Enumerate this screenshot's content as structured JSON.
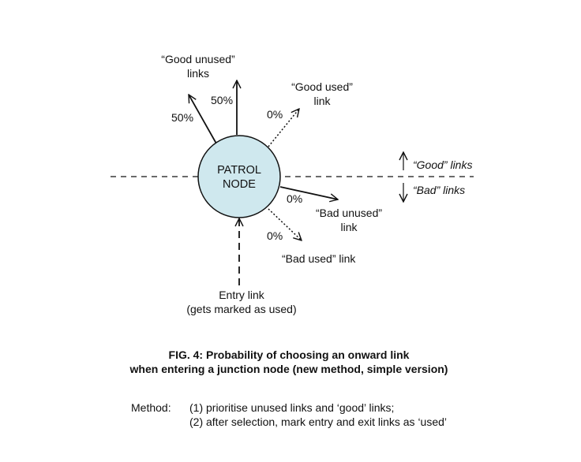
{
  "node": {
    "line1": "PATROL",
    "line2": "NODE",
    "fill": "#cfe8ee"
  },
  "links": {
    "good_unused": {
      "line1": "“Good unused”",
      "line2": "links",
      "pct_left": "50%",
      "pct_up": "50%"
    },
    "good_used": {
      "line1": "“Good used”",
      "line2": "link",
      "pct": "0%"
    },
    "bad_unused": {
      "line1": "“Bad unused”",
      "line2": "link",
      "pct": "0%"
    },
    "bad_used": {
      "label": "“Bad used” link",
      "pct": "0%"
    },
    "entry": {
      "line1": "Entry link",
      "line2": "(gets marked as used)"
    }
  },
  "legend": {
    "good": "“Good” links",
    "bad": "“Bad” links"
  },
  "caption": {
    "line1": "FIG. 4: Probability of choosing an onward link",
    "line2": "when entering a junction node (new method, simple version)"
  },
  "method": {
    "label": "Method:",
    "step1": "(1) prioritise unused links and ‘good’ links;",
    "step2": "(2) after selection, mark entry and exit links as ‘used’"
  }
}
